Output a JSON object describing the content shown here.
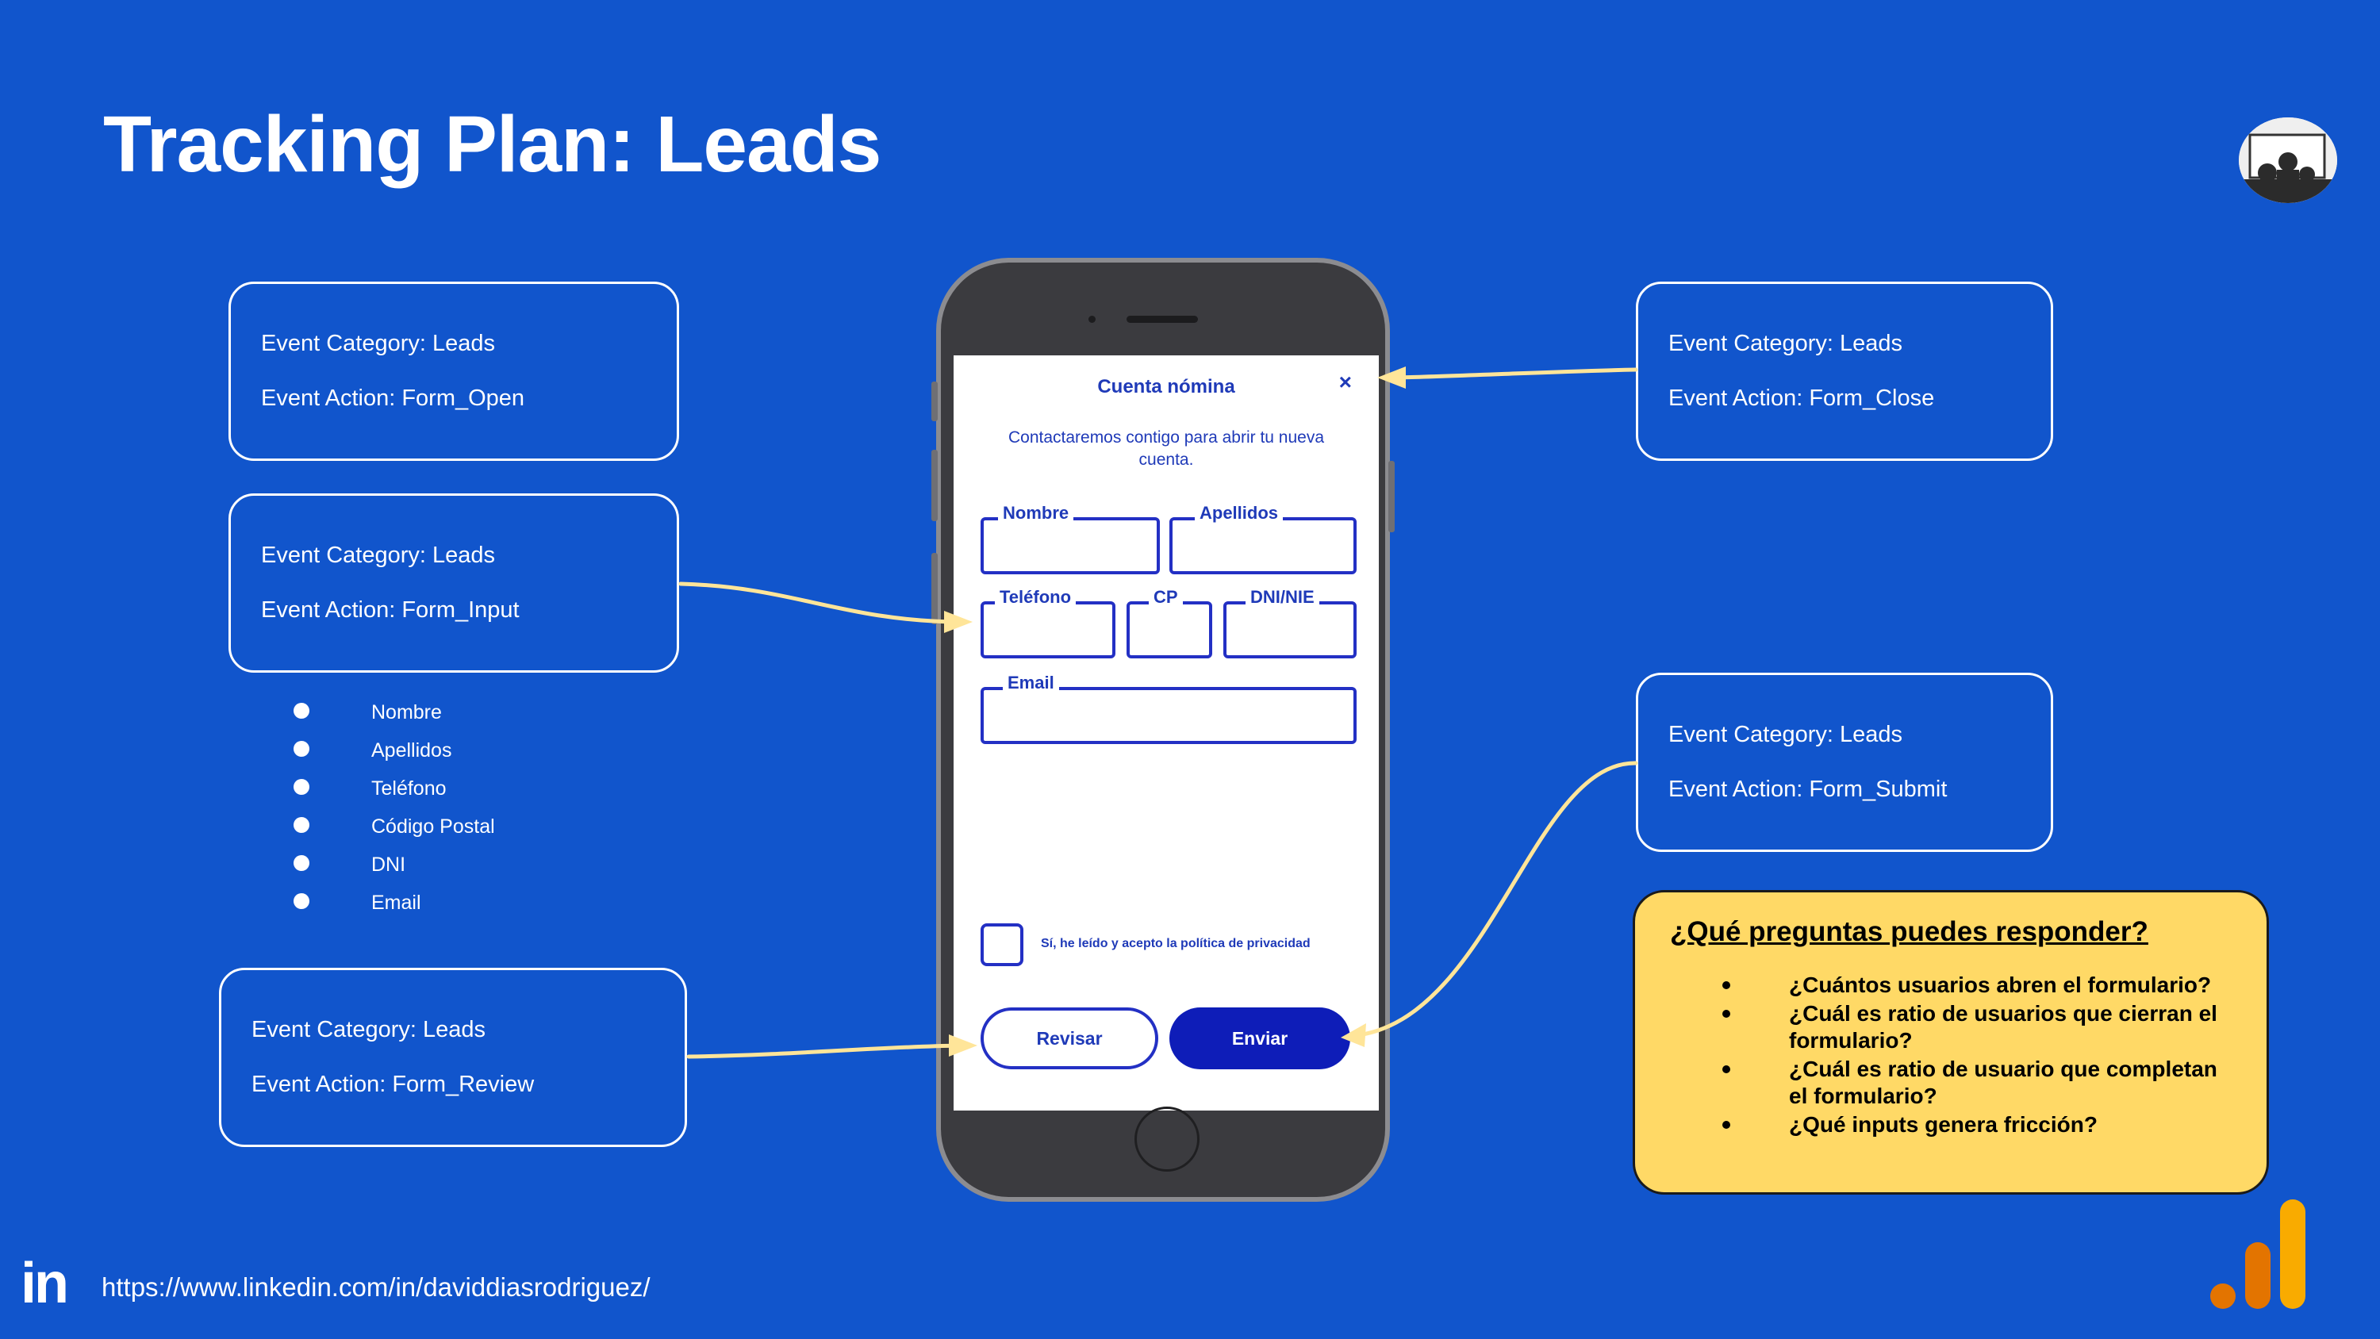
{
  "slide": {
    "title": "Tracking Plan: Leads",
    "url": "https://www.linkedin.com/in/daviddiasrodriguez/",
    "linkedin_logo": "in"
  },
  "events": {
    "open": {
      "category": "Event Category: Leads",
      "action": "Event Action: Form_Open"
    },
    "input": {
      "category": "Event Category: Leads",
      "action": "Event Action: Form_Input"
    },
    "review": {
      "category": "Event Category: Leads",
      "action": "Event Action: Form_Review"
    },
    "close": {
      "category": "Event Category: Leads",
      "action": "Event Action: Form_Close"
    },
    "submit": {
      "category": "Event Category: Leads",
      "action": "Event Action: Form_Submit"
    }
  },
  "input_fields": [
    "Nombre",
    "Apellidos",
    "Teléfono",
    "Código Postal",
    "DNI",
    "Email"
  ],
  "form": {
    "title": "Cuenta nómina",
    "close": "×",
    "description": "Contactaremos contigo para abrir tu nueva cuenta.",
    "labels": {
      "nombre": "Nombre",
      "apellidos": "Apellidos",
      "telefono": "Teléfono",
      "cp": "CP",
      "dni": "DNI/NIE",
      "email": "Email"
    },
    "privacy": "Sí, he leído y acepto la política de privacidad",
    "review_button": "Revisar",
    "submit_button": "Enviar"
  },
  "questions": {
    "title": "¿Qué preguntas puedes responder?",
    "items": [
      "¿Cuántos usuarios abren el formulario?",
      "¿Cuál es ratio de usuarios que cierran el formulario?",
      "¿Cuál es ratio de usuario que completan el formulario?",
      "¿Qué inputs genera fricción?"
    ]
  },
  "colors": {
    "background": "#1155CC",
    "arrow": "#FFE599",
    "question_box": "#FFD966",
    "form_accent": "#2330C4",
    "analytics_orange": "#F9AB00",
    "analytics_dark_orange": "#E37400"
  },
  "icons": [
    "avatar",
    "linkedin-icon",
    "analytics-icon"
  ]
}
